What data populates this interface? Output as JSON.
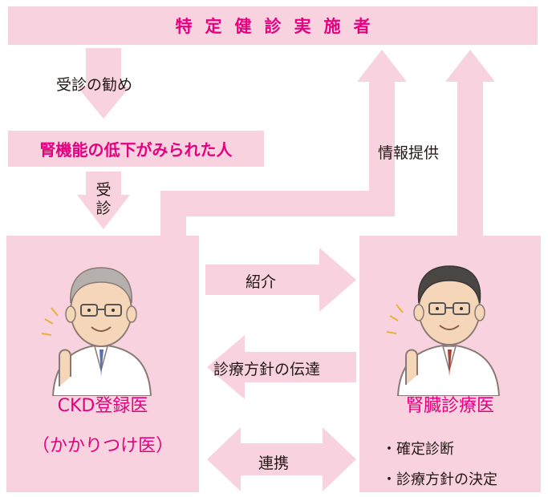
{
  "banner": {
    "title": "特定健診実施者"
  },
  "labels": {
    "recommendation": "受診の勧め",
    "target": "腎機能の低下がみられた人",
    "visit": "受診",
    "info_provision": "情報提供",
    "referral": "紹介",
    "policy_transmission": "診療方針の伝達",
    "cooperation": "連携"
  },
  "left_panel": {
    "title": "CKD登録医",
    "subtitle": "（かかりつけ医）"
  },
  "right_panel": {
    "title": "腎臓診療医",
    "bullets": [
      "・確定診断",
      "・診療方針の決定"
    ]
  },
  "colors": {
    "pink_fill": "#f8d3df",
    "accent": "#e4007f",
    "text": "#231815"
  }
}
